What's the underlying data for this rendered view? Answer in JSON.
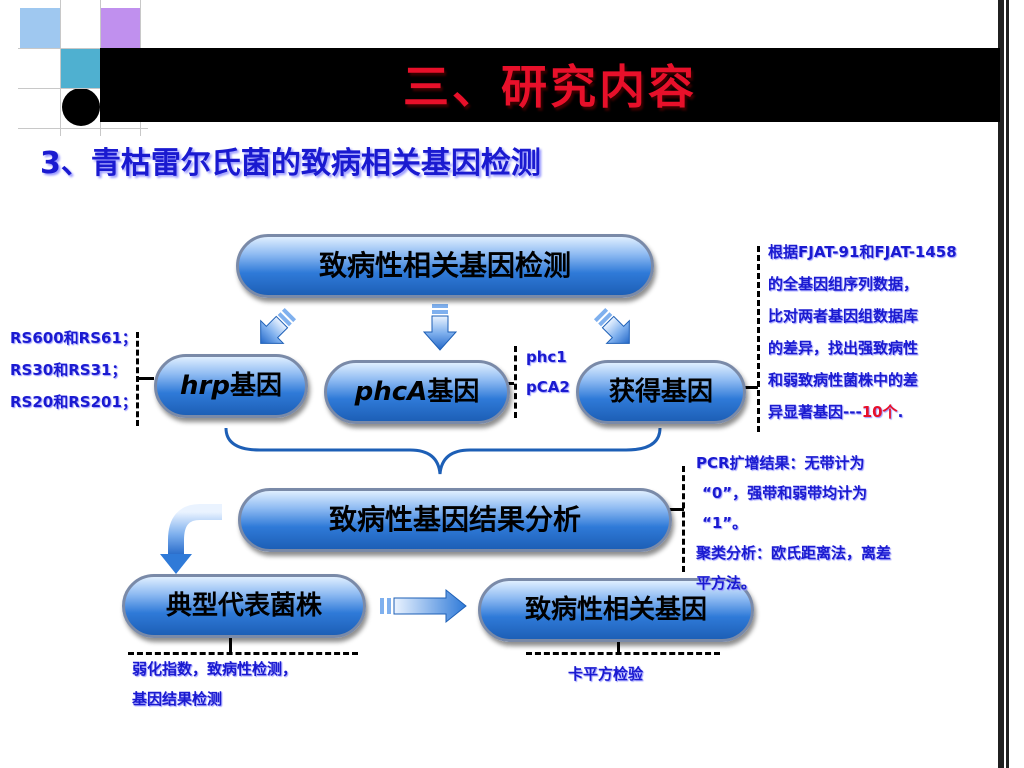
{
  "slide": {
    "title": "三、研究内容",
    "subtitle": "3、青枯雷尔氏菌的致病相关基因检测"
  },
  "flow": {
    "top_box": "致病性相关基因检测",
    "hrp_italic": "hrp",
    "hrp_suffix": "基因",
    "phca_italic": "phcA",
    "phca_suffix": "基因",
    "obtain_box": "获得基因",
    "analysis_box": "致病性基因结果分析",
    "typical_box": "典型代表菌株",
    "related_box": "致病性相关基因"
  },
  "notes": {
    "hrp_lines": [
      "RS600和RS61；",
      "RS30和RS31；",
      "RS20和RS201；"
    ],
    "phc_lines": [
      "phc1",
      "pCA2"
    ],
    "genome_lines": [
      "根据FJAT-91和FJAT-1458",
      "的全基因组序列数据，",
      "比对两者基因组数据库",
      "的差异，找出强致病性",
      "和弱致病性菌株中的差"
    ],
    "genome_last_prefix": "异显著基因---",
    "genome_last_highlight": "10个",
    "genome_last_end": ".",
    "pcr_lines": [
      "PCR扩增结果：无带计为",
      "“0”，强带和弱带均计为",
      "“1”。",
      "聚类分析：欧氏距离法，离差",
      "平方法。"
    ],
    "typical_lines": [
      "弱化指数，致病性检测，",
      "基因结果检测"
    ],
    "chi_square": "卡平方检验"
  },
  "colors": {
    "title_red": "#e8102a",
    "note_blue": "#1a1ad0",
    "highlight_red": "#e8102a",
    "pill_blue": "#2f7ad8"
  }
}
